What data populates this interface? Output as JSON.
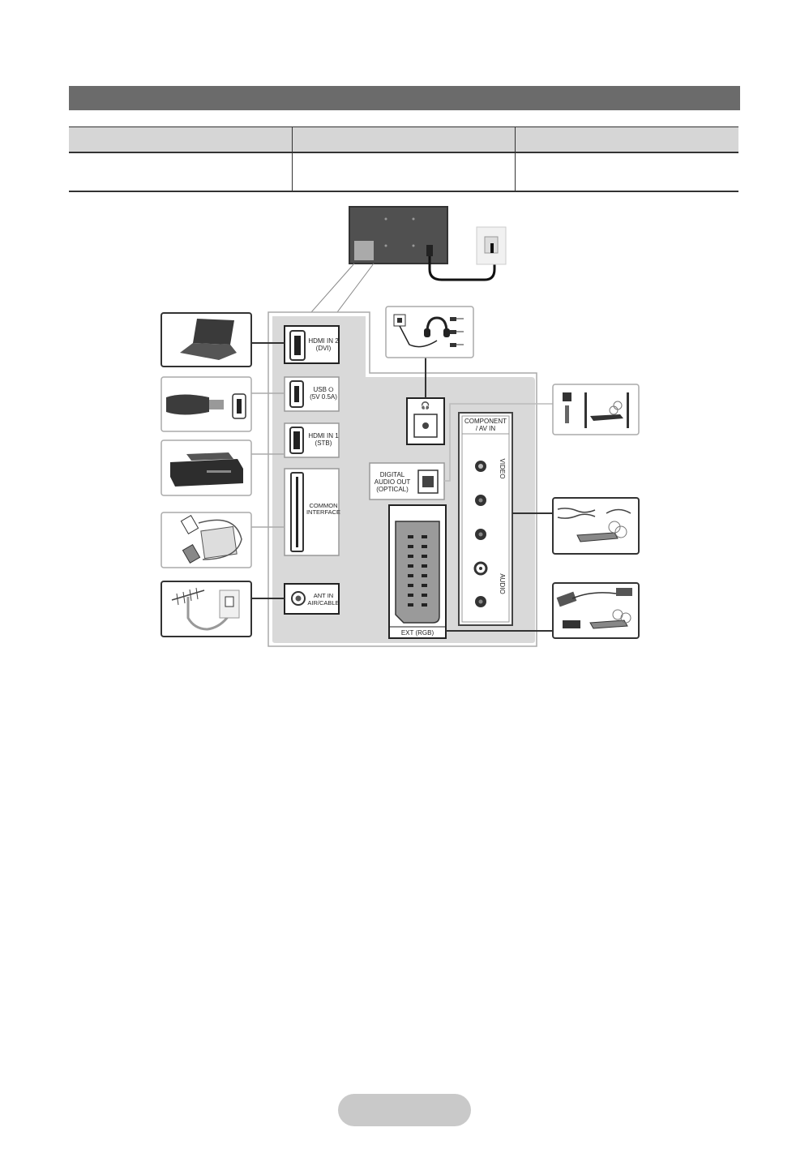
{
  "ports": {
    "hdmi2": [
      "HDMI IN 2",
      "(DVI)"
    ],
    "usb": [
      "USB ⭘",
      "(5V 0.5A)"
    ],
    "hdmi1": [
      "HDMI IN 1",
      "(STB)"
    ],
    "common_interface": [
      "COMMON",
      "INTERFACE"
    ],
    "ant_in": [
      "ANT IN",
      "AIR/CABLE"
    ],
    "digital_audio_out": [
      "DIGITAL",
      "AUDIO OUT",
      "(OPTICAL)"
    ],
    "component_av_in": [
      "COMPONENT",
      "/ AV IN"
    ],
    "video": "VIDEO",
    "audio": "AUDIO",
    "ext_rgb": "EXT (RGB)"
  },
  "colors": {
    "banner": "#6b6b6b",
    "panel": "#d9d9d9",
    "border": "#444444"
  },
  "icons": [
    "laptop-icon",
    "usb-stick-icon",
    "set-top-box-icon",
    "ci-card-icon",
    "antenna-icon",
    "headphones-icon",
    "home-theater-icon",
    "dvd-player-icon",
    "scart-device-icon",
    "tv-rear-icon",
    "power-outlet-icon"
  ]
}
